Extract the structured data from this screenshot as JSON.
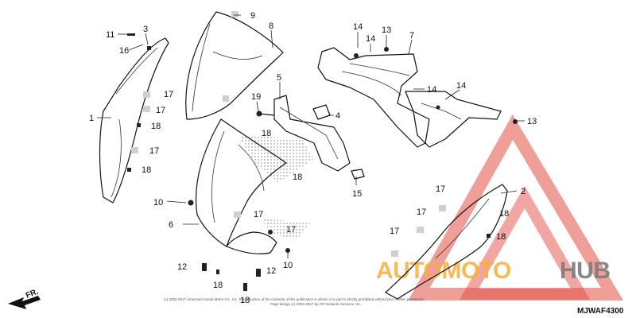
{
  "callouts": [
    {
      "id": "c1",
      "label": "1"
    },
    {
      "id": "c2",
      "label": "2"
    },
    {
      "id": "c3",
      "label": "3"
    },
    {
      "id": "c4",
      "label": "4"
    },
    {
      "id": "c5",
      "label": "5"
    },
    {
      "id": "c6",
      "label": "6"
    },
    {
      "id": "c7",
      "label": "7"
    },
    {
      "id": "c8",
      "label": "8"
    },
    {
      "id": "c9",
      "label": "9"
    },
    {
      "id": "c10a",
      "label": "10"
    },
    {
      "id": "c10b",
      "label": "10"
    },
    {
      "id": "c11",
      "label": "11"
    },
    {
      "id": "c12a",
      "label": "12"
    },
    {
      "id": "c12b",
      "label": "12"
    },
    {
      "id": "c13a",
      "label": "13"
    },
    {
      "id": "c13b",
      "label": "13"
    },
    {
      "id": "c14a",
      "label": "14"
    },
    {
      "id": "c14b",
      "label": "14"
    },
    {
      "id": "c14c",
      "label": "14"
    },
    {
      "id": "c14d",
      "label": "14"
    },
    {
      "id": "c15",
      "label": "15"
    },
    {
      "id": "c16",
      "label": "16"
    },
    {
      "id": "c17a",
      "label": "17"
    },
    {
      "id": "c17b",
      "label": "17"
    },
    {
      "id": "c17c",
      "label": "17"
    },
    {
      "id": "c17d",
      "label": "17"
    },
    {
      "id": "c17e",
      "label": "17"
    },
    {
      "id": "c17f",
      "label": "17"
    },
    {
      "id": "c17g",
      "label": "17"
    },
    {
      "id": "c17h",
      "label": "17"
    },
    {
      "id": "c18a",
      "label": "18"
    },
    {
      "id": "c18b",
      "label": "18"
    },
    {
      "id": "c18c",
      "label": "18"
    },
    {
      "id": "c18d",
      "label": "18"
    },
    {
      "id": "c18e",
      "label": "18"
    },
    {
      "id": "c18f",
      "label": "18"
    },
    {
      "id": "c18g",
      "label": "18"
    },
    {
      "id": "c18h",
      "label": "18"
    },
    {
      "id": "c19",
      "label": "19"
    }
  ],
  "direction_label": "FR.",
  "diagram_code": "MJWAF4300",
  "copyright_line1": "(c) 2002-2017 American Honda Motor Co., Inc. Reproduction of the contents of this publication in whole or in part is strictly prohibited without prior written permission",
  "copyright_line2": "Page design (c) 2004-2017 by ARI Network Services, Inc.",
  "watermark": {
    "text_part1": "AUTOMOTO",
    "text_part2": "HUB",
    "color_orange": "#f5a623",
    "color_gray": "#6d6d6d",
    "color_red": "#e03a2f"
  }
}
